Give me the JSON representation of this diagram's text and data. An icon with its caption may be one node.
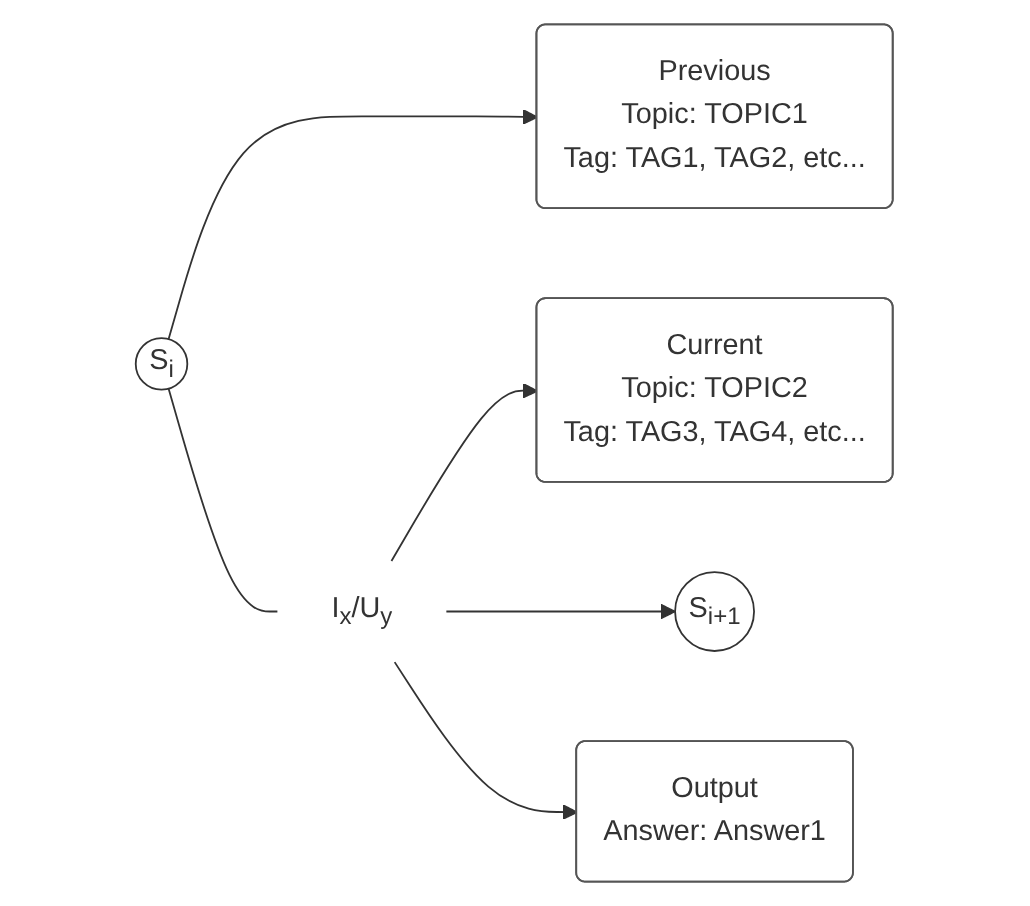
{
  "diagram": {
    "nodes": [
      {
        "text": [
          "S$_{i}$"
        ]
      },
      {
        "text": [
          "Previous",
          "Topic: TOPIC1",
          "Tag: TAG1, TAG2, etc..."
        ]
      },
      {
        "text": [
          "Current",
          "Topic: TOPIC2",
          "Tag: TAG3, TAG4, etc..."
        ]
      },
      {
        "text": [
          "I$_{x}$/U$_{y}$"
        ]
      },
      {
        "text": [
          "S$_{i+1}$"
        ]
      },
      {
        "text": [
          "Output",
          "Answer: Answer1"
        ]
      }
    ],
    "edges": [
      {
        "from": 0,
        "to": 1,
        "arrow": "to"
      },
      {
        "from": 0,
        "to": 3,
        "arrow": "none"
      },
      {
        "from": 3,
        "to": 2,
        "arrow": "to"
      },
      {
        "from": 3,
        "to": 4,
        "arrow": "to"
      },
      {
        "from": 3,
        "to": 5,
        "arrow": "to"
      }
    ]
  }
}
